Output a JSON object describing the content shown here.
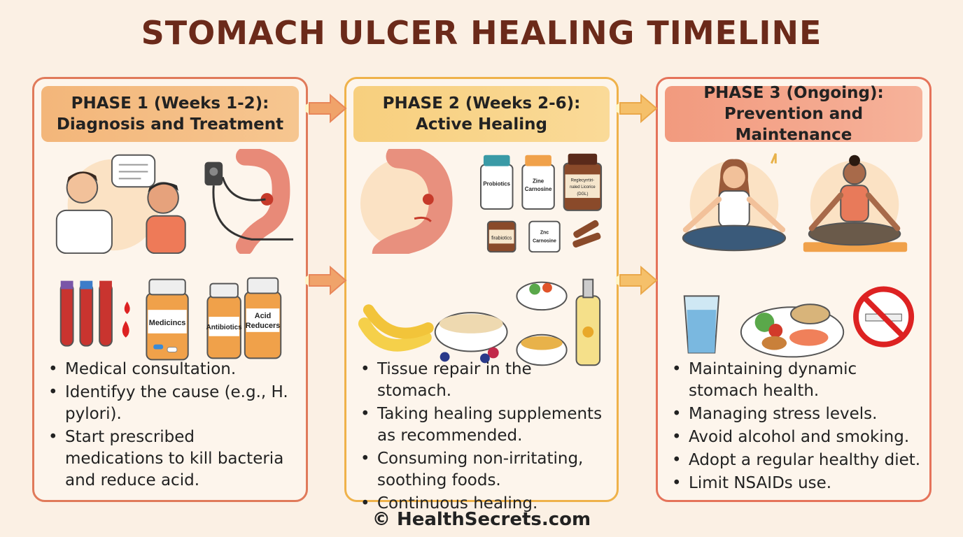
{
  "title": "STOMACH ULCER HEALING TIMELINE",
  "phases": [
    {
      "heading_line1": "PHASE 1 (Weeks 1-2):",
      "heading_line2": "Diagnosis and Treatment",
      "labels": {
        "medicines": "Medicincs",
        "antibiotics": "Antibiotics",
        "acid_reducers_1": "Acid",
        "acid_reducers_2": "Reducers"
      },
      "bullets": [
        "Medical consultation.",
        "Identifyy the cause (e.g., H. pylori).",
        "Start prescribed medications to kill bacteria and reduce acid."
      ]
    },
    {
      "heading_line1": "PHASE 2 (Weeks 2-6):",
      "heading_line2": "Active Healing",
      "labels": {
        "probiotics": "Probiotics",
        "zinc_1": "Zine",
        "zinc_2": "Carnosine",
        "licorice_1": "Reglecyrrtiri-",
        "licorice_2": "naled Licorice",
        "licorice_3": "(DGL)",
        "fira": "firabiotics",
        "znc_1": "Znc",
        "znc_2": "Carnosine"
      },
      "bullets": [
        "Tissue repair in the stomach.",
        "Taking healing supplements as recommended.",
        "Consuming non-irritating, soothing foods.",
        "Continuous healing."
      ]
    },
    {
      "heading_line1": "PHASE 3 (Ongoing):",
      "heading_line2": "Prevention and Maintenance",
      "bullets": [
        "Maintaining dynamic stomach health.",
        "Managing stress levels.",
        "Avoid alcohol and smoking.",
        "Adopt a regular healthy diet.",
        "Limit NSAIDs use."
      ]
    }
  ],
  "footer": "© HealthSecrets.com",
  "colors": {
    "title": "#6b2a1a",
    "phase1": "#e07a5a",
    "phase2": "#efb24a",
    "phase3": "#e5735a",
    "arrow": "#f0a36a"
  }
}
